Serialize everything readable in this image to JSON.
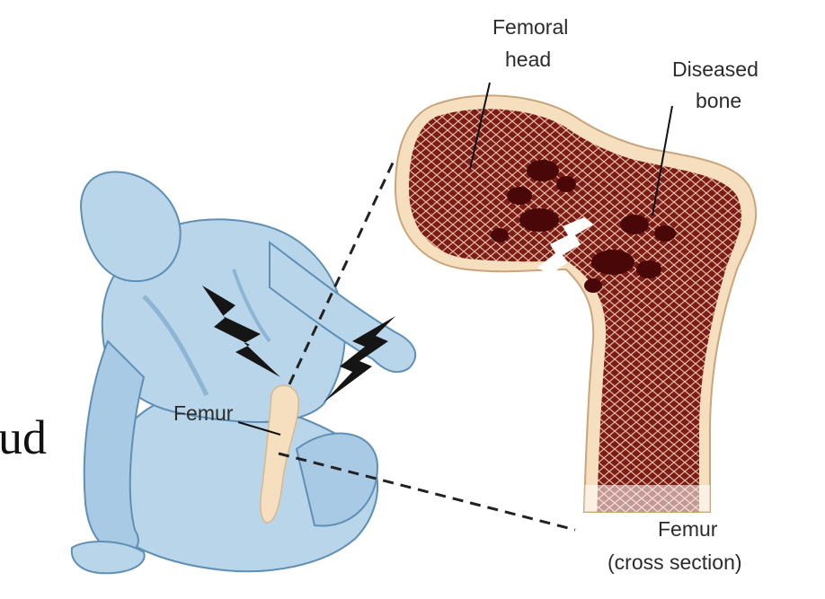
{
  "labels": {
    "femoral_head_line1": "Femoral",
    "femoral_head_line2": "head",
    "diseased_bone_line1": "Diseased",
    "diseased_bone_line2": "bone",
    "femur_body": "Femur",
    "femur_cs_line1": "Femur",
    "femur_cs_line2": "(cross section)"
  },
  "fragment_text": "ud",
  "colors": {
    "figure_fill": "#b9d5ea",
    "figure_shadow": "#8fb5d4",
    "figure_outline": "#5f8fb4",
    "bone_cortex": "#f6dfbe",
    "bone_marrow": "#7c1b1b",
    "bone_mesh": "#e8c6a2",
    "lesion": "#4a0707",
    "pain_bolt": "#151515"
  },
  "icons": [
    "pain-bolt-icon",
    "pain-bolt-icon"
  ]
}
